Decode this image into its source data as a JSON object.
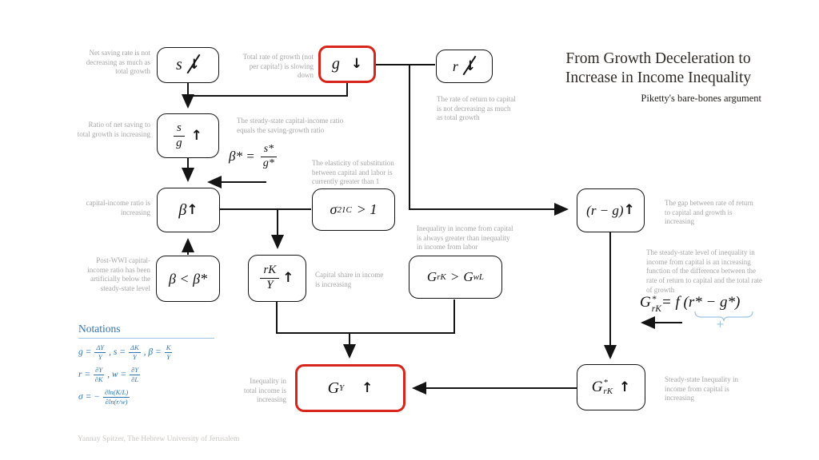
{
  "slide": {
    "title_line1": "From Growth Deceleration to",
    "title_line2": "Increase in Income Inequality",
    "subtitle": "Piketty's bare-bones argument",
    "footer": "Yannay Spitzer, The Hebrew University of Jerusalem"
  },
  "colors": {
    "accent_red": "#d8251c",
    "notation_blue": "#2e74b5",
    "light_blue": "#9dc3e6",
    "annotation_gray": "#a6a6a6",
    "line_black": "#141414"
  },
  "boxes": {
    "s": {
      "symbol": "s",
      "arrow": "↓"
    },
    "g": {
      "symbol": "g",
      "arrow": "↓"
    },
    "r": {
      "symbol": "r",
      "arrow": "↓"
    },
    "s_over_g": {
      "num": "s",
      "den": "g",
      "arrow": "↑"
    },
    "beta": {
      "symbol": "β",
      "arrow": "↑"
    },
    "sigma": {
      "base": "σ",
      "sub": "21C",
      "rest": "> 1"
    },
    "beta_below_star": {
      "text": "β < β*"
    },
    "rk_over_y": {
      "num": "rK",
      "den": "Y",
      "arrow": "↑"
    },
    "grk_gwl": {
      "g1": "G",
      "sub1": "rK",
      "gt": ">",
      "g2": "G",
      "sub2": "wL"
    },
    "r_minus_g": {
      "text": "(r − g)",
      "arrow": "↑"
    },
    "g_y": {
      "base": "G",
      "sub": "Y",
      "arrow": "↑"
    },
    "grk_star": {
      "base": "G",
      "sup": "*",
      "sub": "rK",
      "arrow": "↑"
    }
  },
  "formulas": {
    "beta_star": {
      "lhs": "β* =",
      "num": "s*",
      "den": "g*"
    },
    "grk_star": {
      "base": "G",
      "sup": "*",
      "sub": "rK",
      "rhs": " = f (r* − g*)",
      "sign": "+"
    }
  },
  "annotations": {
    "net_saving": "Net saving rate is not decreasing as much as total growth",
    "total_growth": "Total rate of growth (not per capita!) is slowing down",
    "rate_of_return": "The rate of return to capital is not decreasing as much as total growth",
    "saving_growth_ratio": "Ratio of net saving to total growth is increasing",
    "steady_state_ratio": "The steady-state capital-income ratio equals the saving-growth ratio",
    "elasticity": "The elasticity of substitution between capital and labor is currently greater than 1",
    "capital_income_ratio": "capital-income ratio is increasing",
    "post_wwi": "Post-WWI capital-income ratio has been artificially below the steady-state level",
    "capital_share": "Capital share in income is increasing",
    "inequality_capital_labor": "Inequality in income from capital is always greater than inequality in income from labor",
    "gap_increasing": "The gap between rate of return to capital and growth is increasing",
    "steady_state_inequality_fn": "The steady-state  level of inequality in income from capital is an increasing function of the difference between the rate of return to capital and the total rate of growth",
    "steady_state_inequality": "Steady-state Inequality in income from capital is increasing",
    "total_income_inequality": "Inequality in total income is increasing"
  },
  "notations": {
    "header": "Notations",
    "line1": {
      "a": "g  =",
      "fa_n": "ΔY",
      "fa_d": "Y",
      "b": ", s =",
      "fb_n": "ΔK",
      "fb_d": "Y",
      "c": ", β  =",
      "fc_n": "K",
      "fc_d": "Y"
    },
    "line2": {
      "a": "r  =",
      "fa_n": "∂Y",
      "fa_d": "∂K",
      "b": ", w =",
      "fb_n": "∂Y",
      "fb_d": "∂L"
    },
    "line3": {
      "a": "σ  = −",
      "fa_n": "∂ln(K/L)",
      "fa_d": "∂ln(r/w)"
    }
  }
}
